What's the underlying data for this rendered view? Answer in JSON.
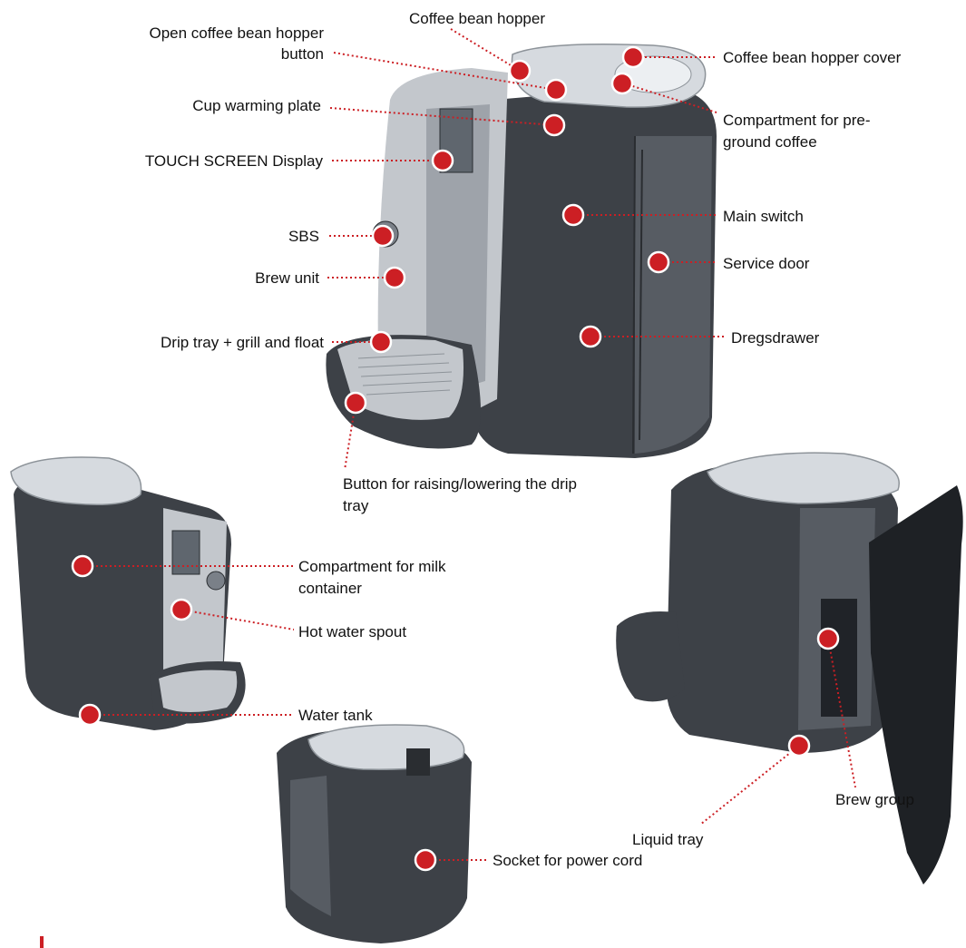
{
  "labels": {
    "coffee_bean_hopper": "Coffee bean hopper",
    "open_hopper_button_l1": "Open coffee bean hopper",
    "open_hopper_button_l2": "button",
    "cup_warming_plate": "Cup warming plate",
    "touch_screen": "TOUCH SCREEN Display",
    "sbs": "SBS",
    "brew_unit": "Brew unit",
    "drip_tray": "Drip tray + grill and float",
    "raise_lower_button_l1": "Button for raising/lowering the drip",
    "raise_lower_button_l2": "tray",
    "hopper_cover": "Coffee bean hopper cover",
    "preground_l1": "Compartment for pre-",
    "preground_l2": "ground coffee",
    "main_switch": "Main switch",
    "service_door": "Service door",
    "dregsdrawer": "Dregsdrawer",
    "milk_container_l1": "Compartment for milk",
    "milk_container_l2": "container",
    "hot_water_spout": "Hot water spout",
    "water_tank": "Water tank",
    "socket": "Socket for power cord",
    "brew_group": "Brew group",
    "liquid_tray": "Liquid tray"
  },
  "colors": {
    "accent_red": "#cc1f24",
    "body_dark": "#3d4147",
    "body_silver": "#c3c7cc"
  }
}
